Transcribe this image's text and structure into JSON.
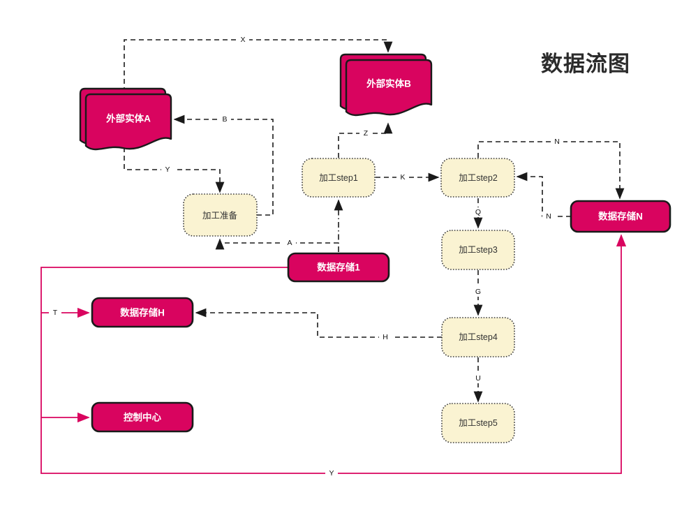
{
  "title": "数据流图",
  "colors": {
    "node_magenta": "#d9045f",
    "process_cream": "#faf3d2",
    "edge_black": "#1a1a1a",
    "edge_pink": "#d9045f",
    "title_text": "#2b2b2b"
  },
  "nodes": {
    "entity_a": {
      "label": "外部实体A",
      "type": "external-entity"
    },
    "entity_b": {
      "label": "外部实体B",
      "type": "external-entity"
    },
    "prep": {
      "label": "加工准备",
      "type": "process"
    },
    "step1": {
      "label": "加工step1",
      "type": "process"
    },
    "step2": {
      "label": "加工step2",
      "type": "process"
    },
    "step3": {
      "label": "加工step3",
      "type": "process"
    },
    "step4": {
      "label": "加工step4",
      "type": "process"
    },
    "step5": {
      "label": "加工step5",
      "type": "process"
    },
    "store1": {
      "label": "数据存储1",
      "type": "data-store"
    },
    "store_h": {
      "label": "数据存储H",
      "type": "data-store"
    },
    "store_n": {
      "label": "数据存储N",
      "type": "data-store"
    },
    "control": {
      "label": "控制中心",
      "type": "data-store"
    }
  },
  "edge_labels": {
    "x": "X",
    "b": "B",
    "y_top": "Y",
    "z": "Z",
    "k": "K",
    "n_top": "N",
    "n_return": "N",
    "q": "Q",
    "g": "G",
    "u": "U",
    "h": "H",
    "a": "A",
    "t": "T",
    "y_bottom": "Y"
  }
}
